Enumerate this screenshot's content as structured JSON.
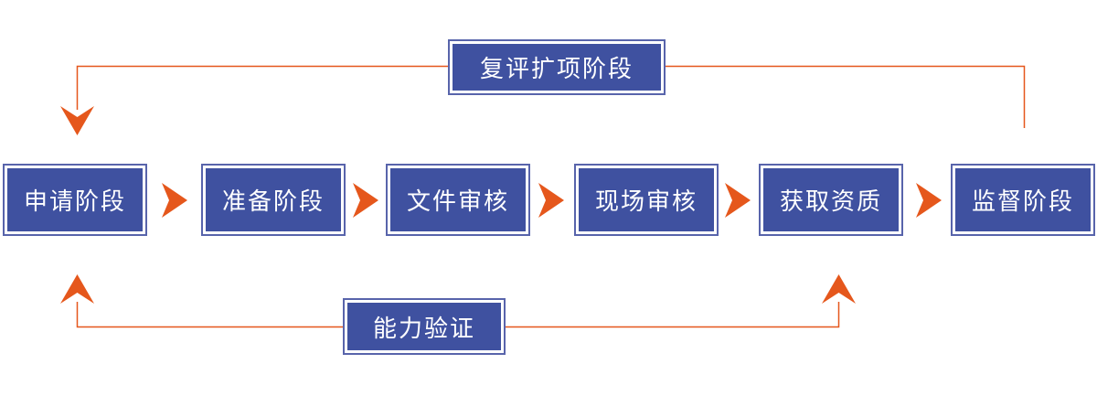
{
  "diagram": {
    "type": "flowchart",
    "flow": {
      "stages": [
        {
          "label": "申请阶段"
        },
        {
          "label": "准备阶段"
        },
        {
          "label": "文件审核"
        },
        {
          "label": "现场审核"
        },
        {
          "label": "获取资质"
        },
        {
          "label": "监督阶段"
        }
      ],
      "top_loop": {
        "label": "复评扩项阶段",
        "from": "监督阶段",
        "to": "申请阶段"
      },
      "bottom_loop": {
        "label": "能力验证",
        "points_to": [
          "申请阶段",
          "获取资质"
        ]
      }
    },
    "colors": {
      "box_fill": "#3F51A0",
      "box_border": "#5864AB",
      "box_inner_ring": "#FFFFFF",
      "arrow": "#E5571C",
      "text": "#FFFFFF",
      "background": "#FFFFFF"
    }
  }
}
